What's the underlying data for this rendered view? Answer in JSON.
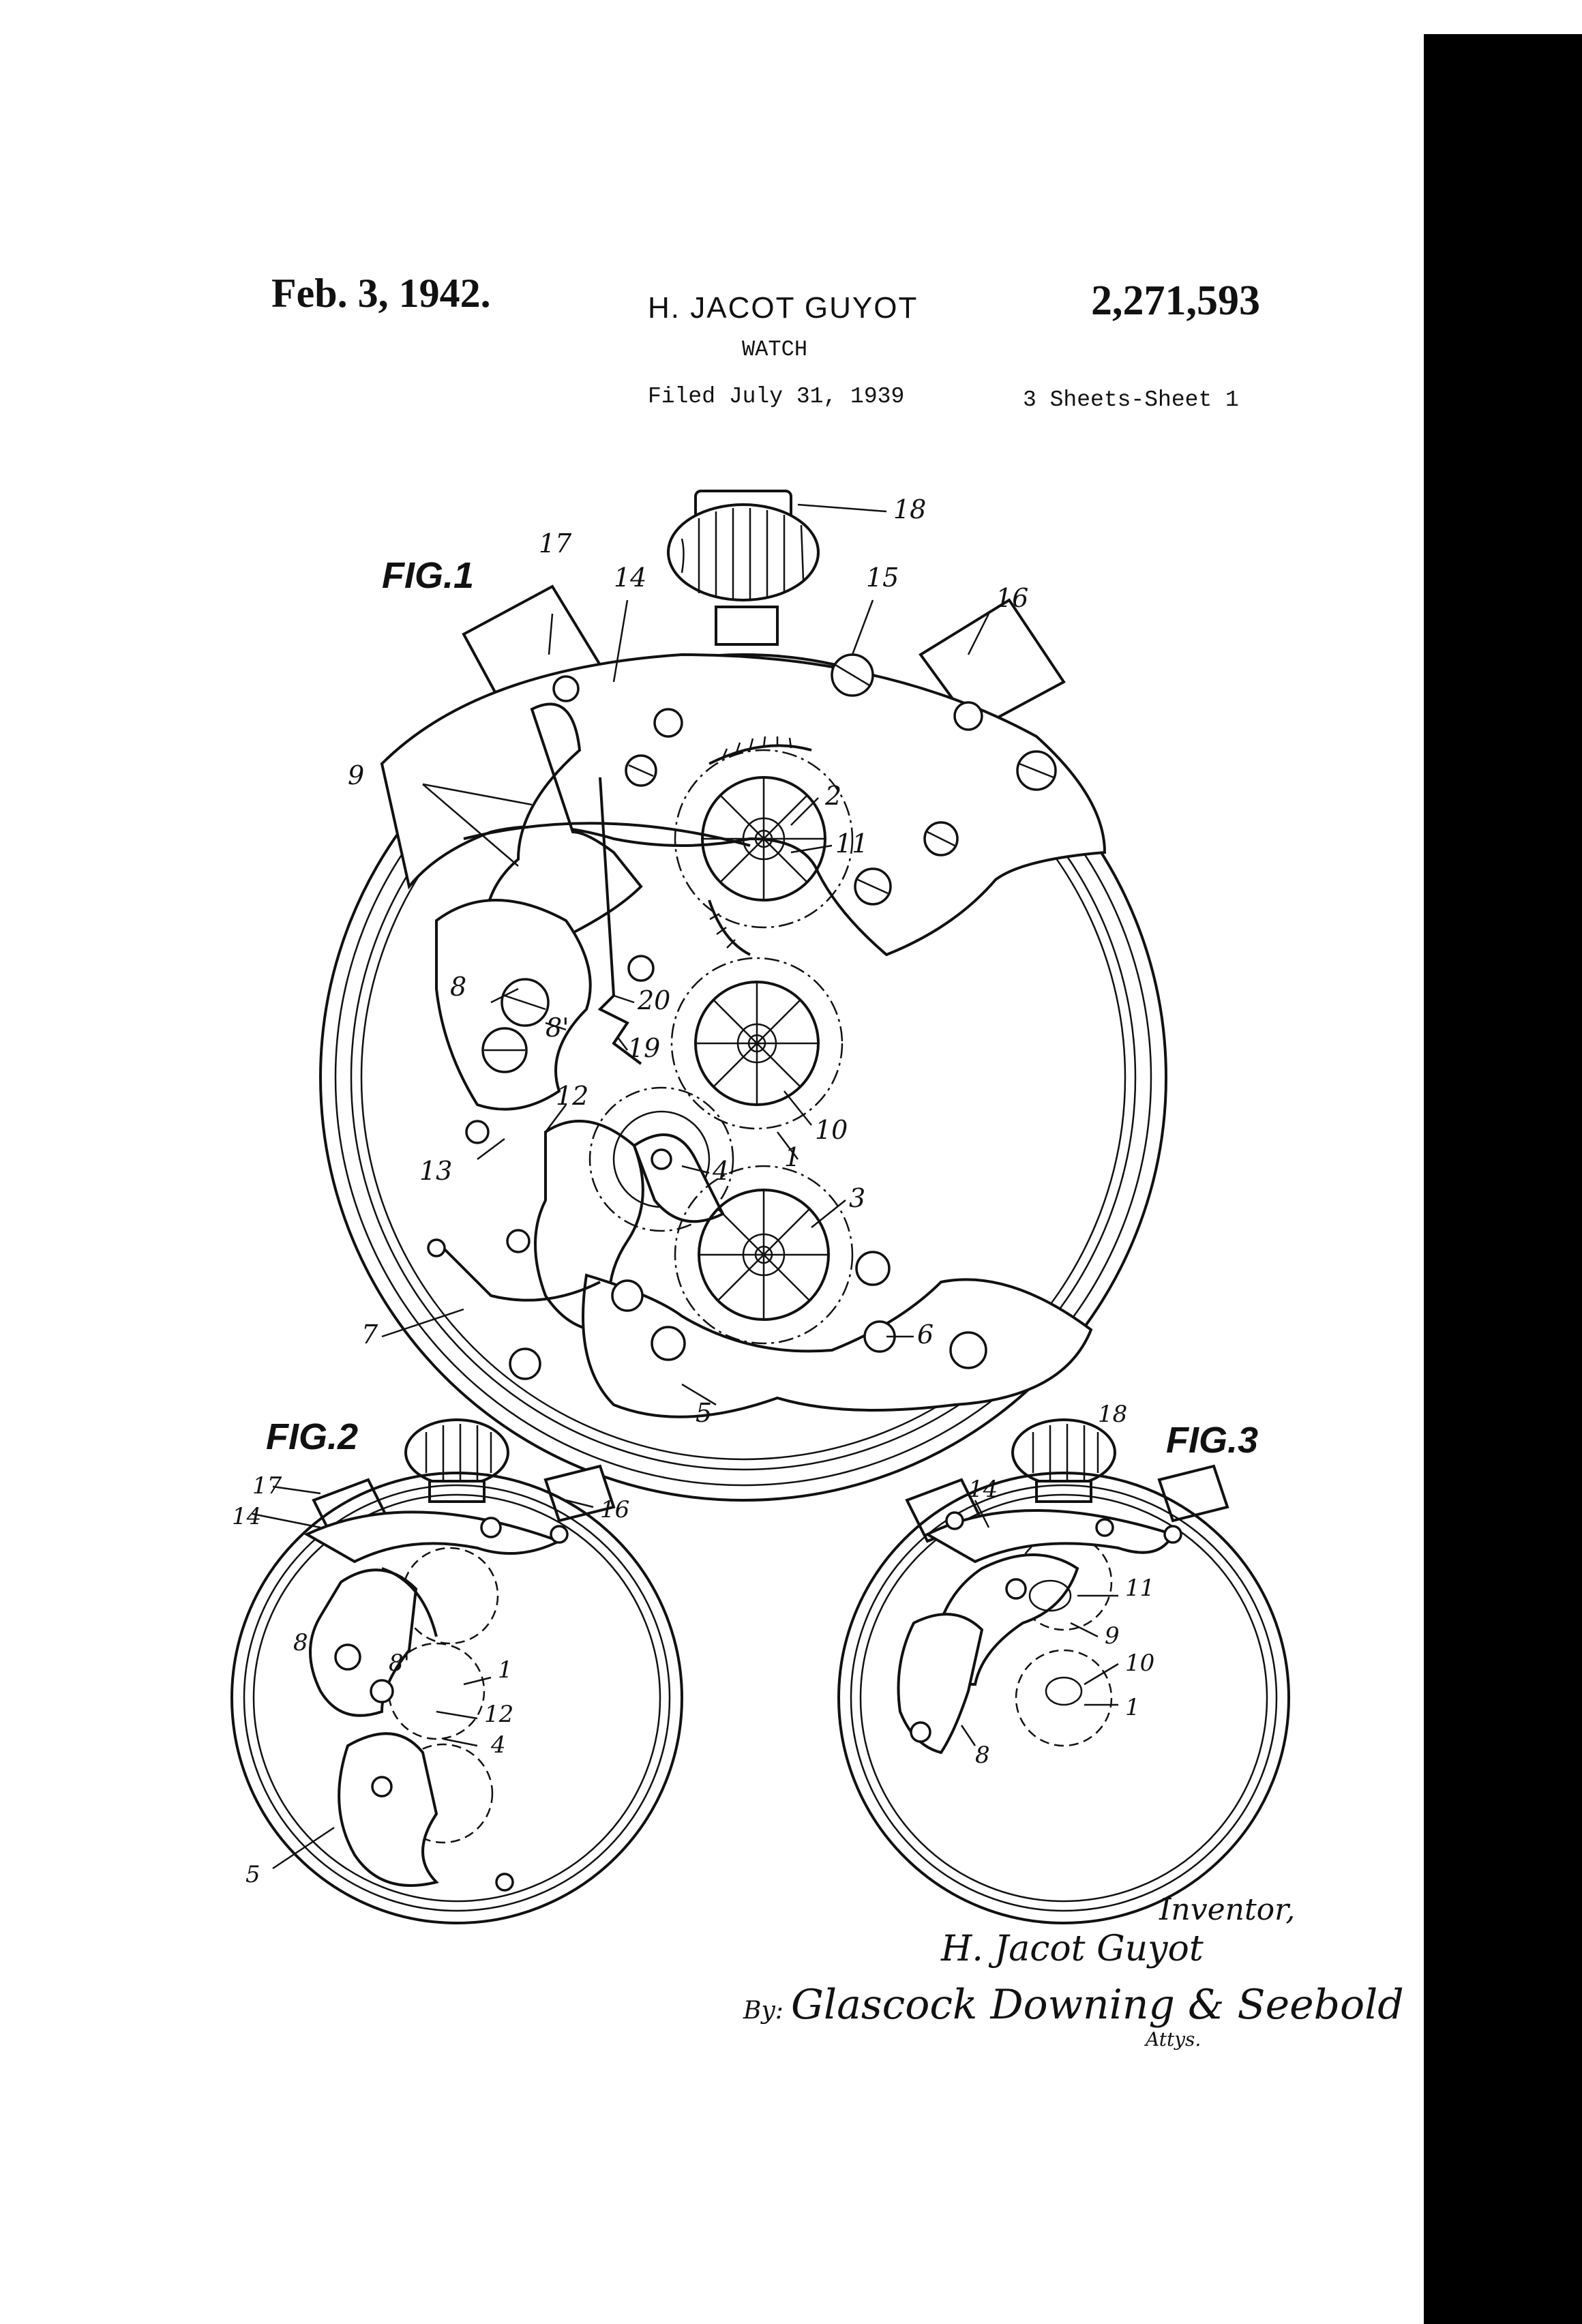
{
  "header": {
    "date": "Feb. 3, 1942.",
    "inventor": "H. JACOT GUYOT",
    "patent_number": "2,271,593",
    "title": "WATCH",
    "filed": "Filed July 31, 1939",
    "sheets": "3 Sheets-Sheet 1"
  },
  "figures": {
    "fig1": {
      "label": "FIG.1",
      "refs": [
        "18",
        "17",
        "14",
        "15",
        "16",
        "9",
        "2",
        "11",
        "8",
        "8'",
        "20",
        "19",
        "12",
        "10",
        "13",
        "1",
        "4",
        "3",
        "7",
        "6",
        "5"
      ]
    },
    "fig2": {
      "label": "FIG.2",
      "refs": [
        "17",
        "14",
        "16",
        "8",
        "8'",
        "1",
        "12",
        "4",
        "5"
      ]
    },
    "fig3": {
      "label": "FIG.3",
      "refs": [
        "18",
        "14",
        "11",
        "9",
        "10",
        "1",
        "8"
      ]
    }
  },
  "signature": {
    "role_inventor": "Inventor,",
    "inventor_name": "H. Jacot Guyot",
    "by": "By:",
    "attorneys": "Glascock Downing & Seebold",
    "attys": "Attys."
  },
  "colors": {
    "ink": "#111111",
    "paper": "#ffffff",
    "margin_bar": "#000000"
  }
}
